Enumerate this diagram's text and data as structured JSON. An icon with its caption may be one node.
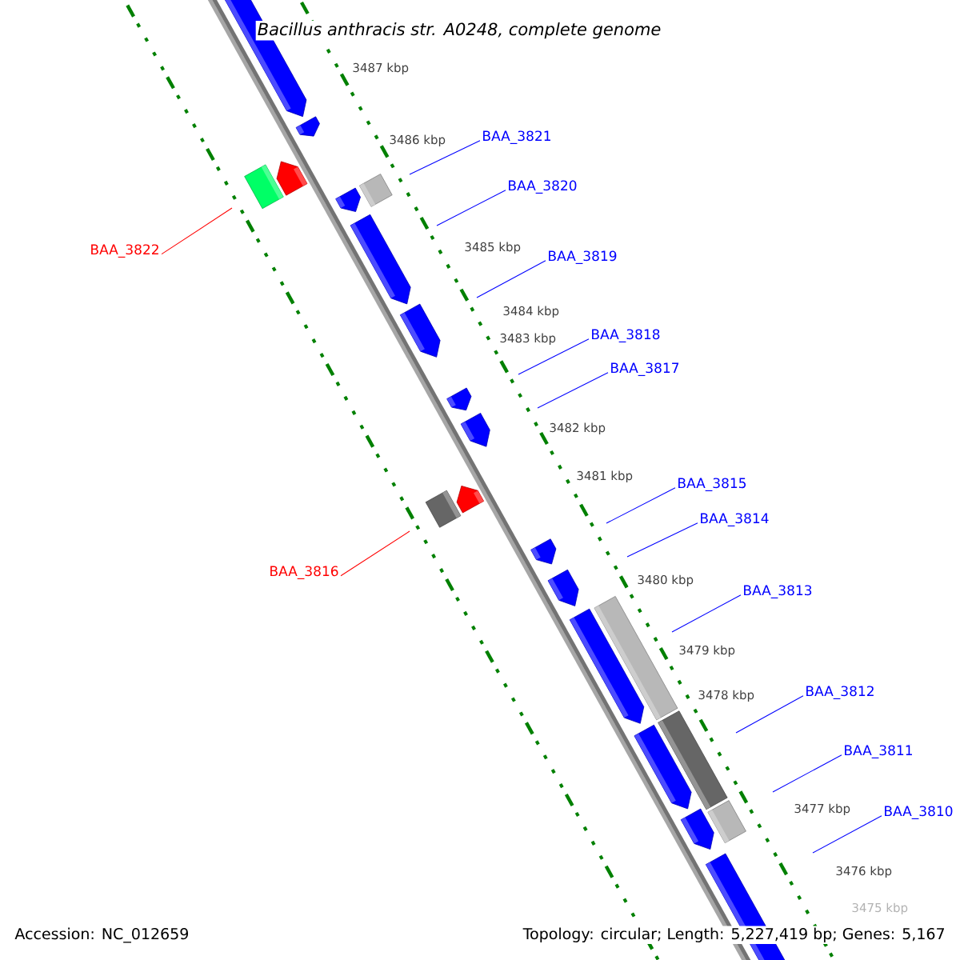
{
  "diagram": {
    "title": "Bacillus anthracis str. A0248, complete genome",
    "nodes": [
      {
        "text": [
          "BAA_3821"
        ]
      },
      {
        "text": [
          "BAA_3820"
        ]
      },
      {
        "text": [
          "BAA_3822"
        ]
      },
      {
        "text": [
          "BAA_3819"
        ]
      },
      {
        "text": [
          "BAA_3818"
        ]
      },
      {
        "text": [
          "BAA_3817"
        ]
      },
      {
        "text": [
          "BAA_3816"
        ]
      },
      {
        "text": [
          "BAA_3815"
        ]
      },
      {
        "text": [
          "BAA_3814"
        ]
      },
      {
        "text": [
          "BAA_3813"
        ]
      },
      {
        "text": [
          "BAA_3812"
        ]
      },
      {
        "text": [
          "BAA_3811"
        ]
      },
      {
        "text": [
          "BAA_3810"
        ]
      }
    ],
    "edges": [
      {
        "from": 0,
        "to": null,
        "arrow": "none"
      },
      {
        "from": 1,
        "to": null,
        "arrow": "none"
      },
      {
        "from": 2,
        "to": null,
        "arrow": "none",
        "color": "#ff0000"
      },
      {
        "from": 3,
        "to": null,
        "arrow": "none"
      },
      {
        "from": 4,
        "to": null,
        "arrow": "none"
      },
      {
        "from": 5,
        "to": null,
        "arrow": "none"
      },
      {
        "from": 6,
        "to": null,
        "arrow": "none",
        "color": "#ff0000"
      },
      {
        "from": 7,
        "to": null,
        "arrow": "none"
      },
      {
        "from": 8,
        "to": null,
        "arrow": "none"
      },
      {
        "from": 9,
        "to": null,
        "arrow": "none"
      },
      {
        "from": 10,
        "to": null,
        "arrow": "none"
      },
      {
        "from": 11,
        "to": null,
        "arrow": "none"
      },
      {
        "from": 12,
        "to": null,
        "arrow": "none"
      }
    ],
    "labels": [
      "3487 kbp",
      "3486 kbp",
      "3485 kbp",
      "3484 kbp",
      "3483 kbp",
      "3482 kbp",
      "3481 kbp",
      "3480 kbp",
      "3479 kbp",
      "3478 kbp",
      "3477 kbp",
      "3476 kbp",
      "3475 kbp",
      "Accession: NC_012659",
      "Topology: circular; Length: 5,227,419 bp; Genes: 5,167"
    ]
  }
}
